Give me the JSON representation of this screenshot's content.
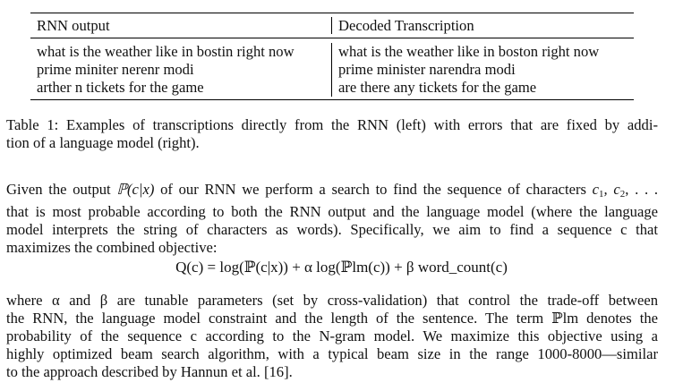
{
  "table": {
    "headers": [
      "RNN output",
      "Decoded Transcription"
    ],
    "rows": [
      [
        "what is the weather like in bostin right now",
        "what is the weather like in boston right now"
      ],
      [
        "prime miniter nerenr modi",
        "prime minister narendra modi"
      ],
      [
        "arther n tickets for the game",
        "are there any tickets for the game"
      ]
    ]
  },
  "caption": {
    "line1": "Table 1: Examples of transcriptions directly from the RNN (left) with errors that are fixed by addi-",
    "line2": "tion of a language model (right)."
  },
  "paragraph1": {
    "l1_a": "Given the output ",
    "l1_prob": "ℙ(c|x)",
    "l1_b": " of our RNN we perform a search to find the sequence of characters ",
    "l1_seq": "c",
    "l1_sub1": "1",
    "l1_sep": ", c",
    "l1_sub2": "2",
    "l1_end": ", . . .",
    "l2": "that is most probable according to both the RNN output and the language model (where the language",
    "l3": "model interprets the string of characters as words).  Specifically, we aim to find a sequence c that",
    "l4": "maximizes the combined objective:"
  },
  "equation": {
    "text": "Q(c) = log(ℙ(c|x)) + α log(ℙlm(c)) + β word_count(c)"
  },
  "paragraph2": {
    "l1": "where α and β are tunable parameters (set by cross-validation) that control the trade-off between",
    "l2": "the RNN, the language model constraint and the length of the sentence.  The term ℙlm denotes the",
    "l3": "probability of the sequence c according to the N-gram model.  We maximize this objective using a",
    "l4": "highly optimized beam search algorithm, with a typical beam size in the range 1000-8000—similar",
    "l5": "to the approach described by Hannun et al. [16]."
  }
}
